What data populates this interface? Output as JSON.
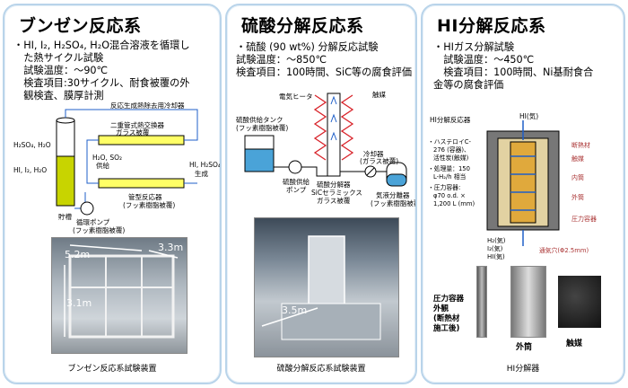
{
  "bunsen": {
    "title": "ブンゼン反応系",
    "desc": [
      "・HI, I₂, H₂SO₄, H₂O混合溶液を循環し",
      "　た熱サイクル試験",
      "　試験温度：～90℃",
      "　検査項目:30サイクル、耐食被覆の外",
      "　観検査、膜厚計測"
    ],
    "labels": {
      "cooler": "反応生成熱除去用冷却器",
      "hx": "二重管式熱交換器",
      "hx_sub": "ガラス被覆",
      "tank_top": "H₂SO₄, H₂O",
      "tank_mid": "HI, I₂, H₂O",
      "supply": "H₂O, SO₂",
      "supply2": "供給",
      "product": "HI, H₂SO₄",
      "product2": "生成",
      "reactor": "管型反応器",
      "reactor_sub": "(フッ素樹脂被覆)",
      "tank": "貯槽",
      "pump": "循環ポンプ",
      "pump_sub": "(フッ素樹脂被覆)"
    },
    "dims": [
      "5.2m",
      "3.3m",
      "3.1m"
    ],
    "caption": "ブンゼン反応系試験装置"
  },
  "sulfuric": {
    "title": "硫酸分解反応系",
    "desc": [
      "・硫酸 (90 wt%) 分解反応試験",
      "試験温度：～850℃",
      "検査項目：100時間、SiC等の腐食評価"
    ],
    "labels": {
      "heater": "電気ヒータ",
      "catalyst": "触媒",
      "tank": "硫酸供給タンク",
      "tank_sub": "(フッ素樹脂被覆)",
      "pump": "硫酸供給",
      "pump2": "ポンプ",
      "decomposer": "硫酸分解器",
      "decomposer_sub": "SiCセラミックス",
      "decomposer_sub2": "ガラス被覆",
      "cooler": "冷却器",
      "cooler_sub": "(ガラス被覆)",
      "separator": "気液分離器",
      "separator_sub": "(フッ素樹脂被覆)"
    },
    "dims": [
      "3.5m"
    ],
    "caption": "硫酸分解反応系試験装置"
  },
  "hi": {
    "title": "HI分解反応系",
    "desc": [
      "・HIガス分解試験",
      "　試験温度：～450℃",
      "　検査項目：100時間、Ni基耐食合",
      "金等の腐食評価"
    ],
    "labels": {
      "reactor": "HI分解反応器",
      "hi_gas": "HI(気)",
      "spec1": "・ハステロイC-",
      "spec2": "276 (容器)、",
      "spec3": "活性炭(触媒)",
      "spec4": "・処理量：150",
      "spec5": "L-H₂/h 相当",
      "spec6": "・圧力容器:",
      "spec7": "φ70 o.d. ×",
      "spec8": "1,200 L (mm)",
      "insulation": "断熱材",
      "catalyst": "触媒",
      "inner": "内筒",
      "outer": "外筒",
      "vessel": "圧力容器",
      "vent": "通気穴(Φ2.5mm)",
      "out1": "H₂(気)",
      "out2": "I₂(気)",
      "out3": "HI(気)",
      "photo_label1": "圧力容器",
      "photo_label2": "外観",
      "photo_label3": "(断熱材",
      "photo_label4": "施工後)",
      "photo_outer": "外筒",
      "photo_catalyst": "触媒"
    },
    "caption": "HI分解器"
  },
  "colors": {
    "border": "#b9d4ea",
    "liquid": "#c8d400",
    "heater": "#d8232a",
    "blue": "#1f5fc8"
  }
}
